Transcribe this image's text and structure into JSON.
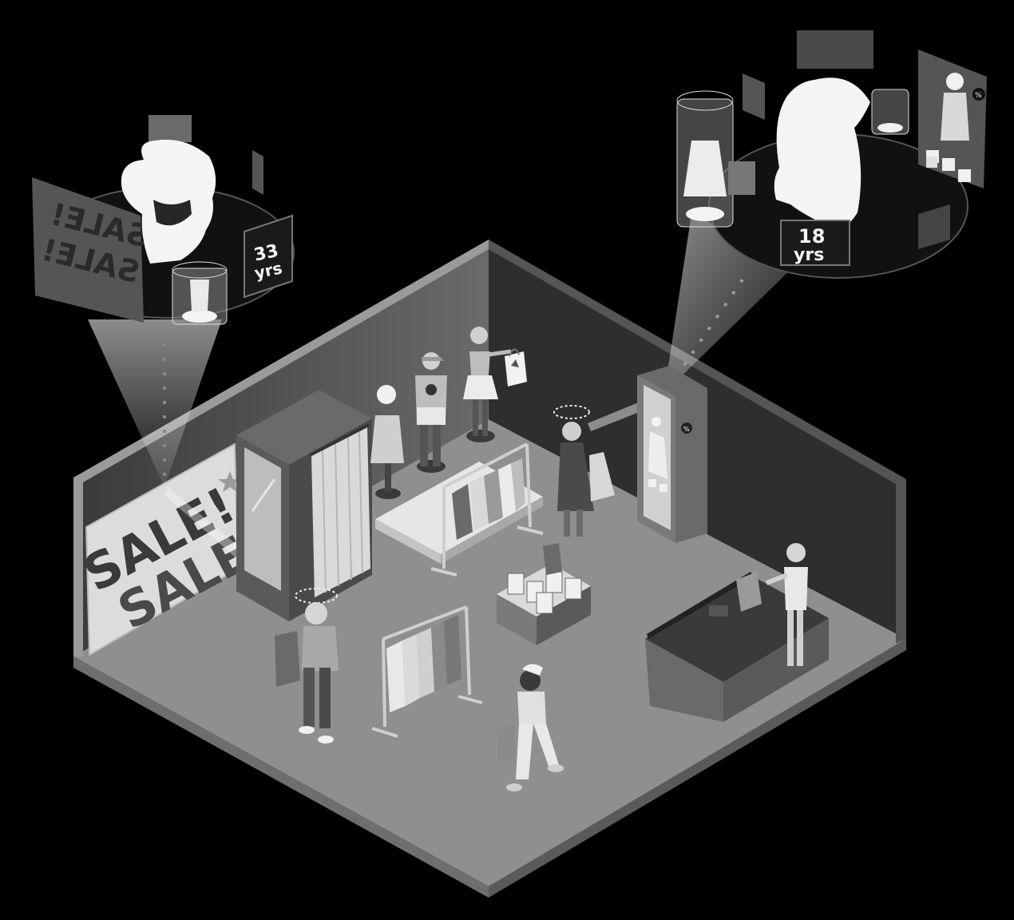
{
  "wall_sign": {
    "line1": "SALE!",
    "line2": "SALE!"
  },
  "left_bubble": {
    "age_number": "33",
    "age_unit": "yrs",
    "sign_line1": "SALE!",
    "sign_line2": "SALE!"
  },
  "right_bubble": {
    "age_number": "18",
    "age_unit": "yrs",
    "badge": "%"
  },
  "mirror_screen": {
    "badge": "%"
  }
}
